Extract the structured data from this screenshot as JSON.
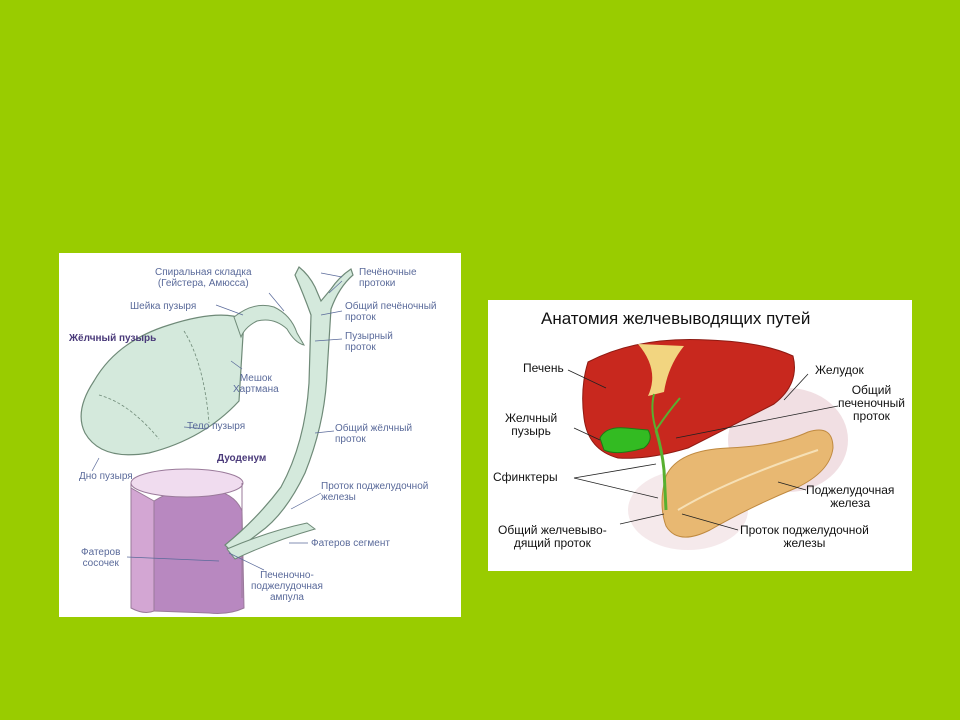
{
  "left_diagram": {
    "labels": {
      "spiral_fold": "Спиральная складка\n(Гейстера, Амюсса)",
      "hepatic_ducts": "Печёночные\nпротоки",
      "neck": "Шейка пузыря",
      "common_hepatic_duct": "Общий печёночный\nпроток",
      "gallbladder": "Жёлчный пузырь",
      "cystic_duct": "Пузырный\nпроток",
      "hartmann_pouch": "Мешок\nХартмана",
      "body": "Тело пузыря",
      "common_bile_duct": "Общий жёлчный\nпроток",
      "fundus": "Дно пузыря",
      "duodenum": "Дуоденум",
      "pancreatic_duct": "Проток поджелудочной\nжелезы",
      "vater_segment": "Фатеров сегмент",
      "vater_papilla": "Фатеров\nсосочек",
      "ampulla": "Печеночно-\nподжелудочная\nампула"
    }
  },
  "right_diagram": {
    "title": "Анатомия желчевыводящих путей",
    "labels": {
      "liver": "Печень",
      "stomach": "Желудок",
      "common_hepatic_duct": "Общий\nпеченочный\nпроток",
      "gallbladder": "Желчный\nпузырь",
      "sphincters": "Сфинктеры",
      "pancreas": "Поджелудочная\nжелеза",
      "common_bile_duct": "Общий желчевыво-\nдящий проток",
      "pancreatic_duct": "Проток поджелудочной\nжелезы"
    }
  },
  "colors": {
    "background": "#99cc00",
    "duct_fill": "#d8ebe0",
    "duodenum_fill": "#c898c8",
    "liver": "#c8281e",
    "gallbladder_green": "#33bb22",
    "pancreas": "#e8b872"
  }
}
